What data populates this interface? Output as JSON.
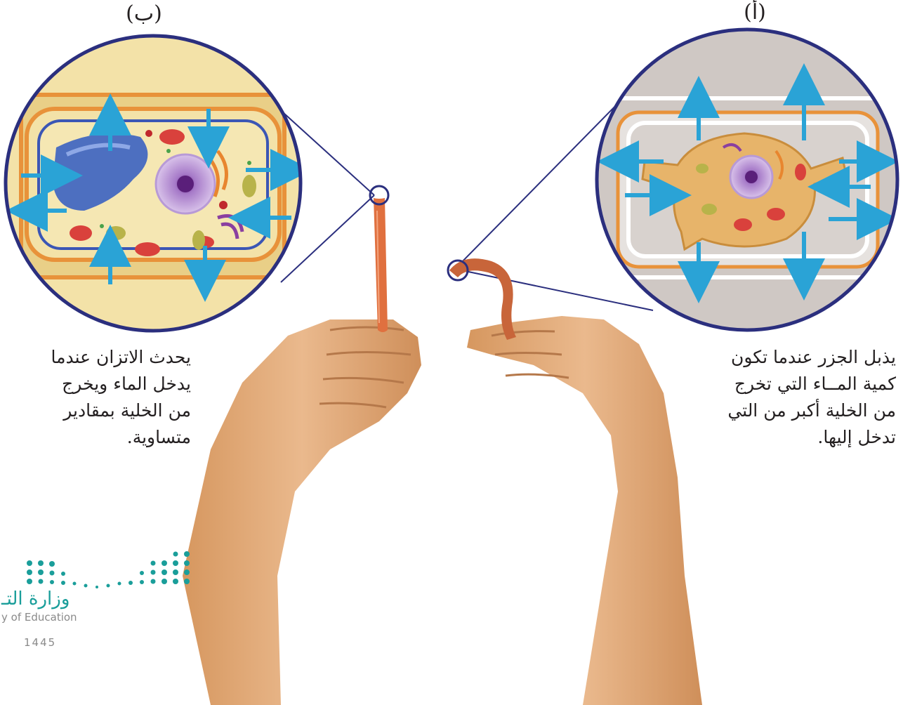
{
  "labels": {
    "left_panel": "(ب)",
    "right_panel": "(أ)"
  },
  "captions": {
    "left_lines": [
      "يحدث الاتزان عندما",
      "يدخل الماء ويخرج",
      "من الخلية بمقادير",
      "متساوية."
    ],
    "right_lines": [
      "يذبل الجزر عندما تكون",
      "كمية المــاء التي تخرج",
      "من الخلية أكبر من التي",
      "تدخل إليها."
    ]
  },
  "watermark": {
    "arabic": "وزارة التـ",
    "english": "y of Education",
    "year": "1445"
  },
  "colors": {
    "circle_border": "#2b2f7e",
    "water_arrow": "#2aa3d6",
    "carrot": "#e0703f",
    "skin": "#e2a878",
    "logo_teal": "#1a9e9a"
  }
}
